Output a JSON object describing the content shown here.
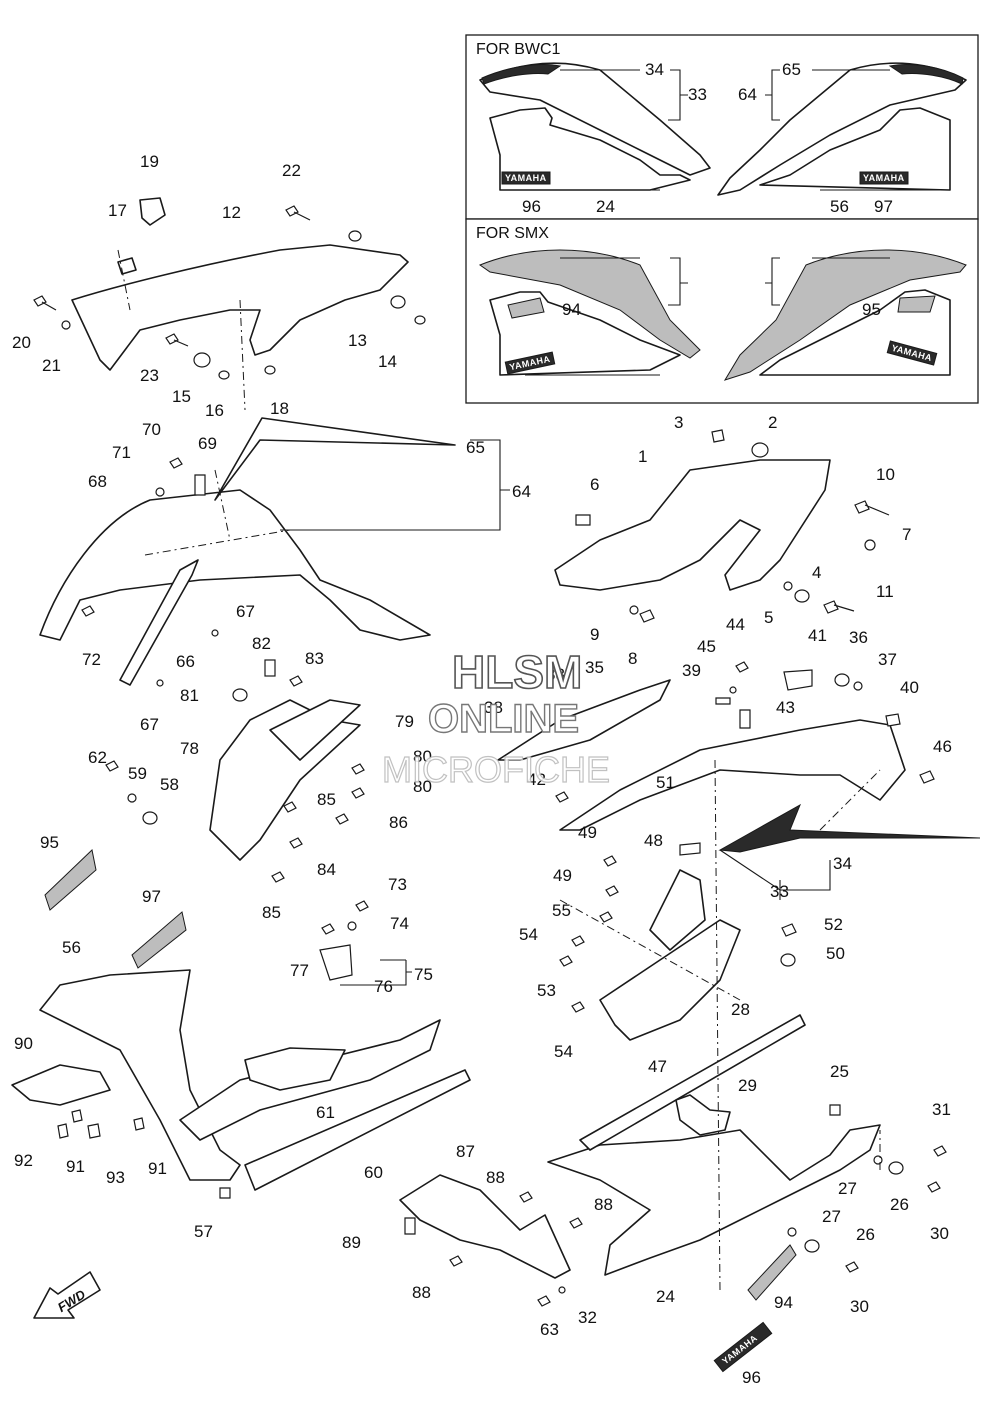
{
  "inset_boxes": [
    {
      "title": "FOR BWC1"
    },
    {
      "title": "FOR SMX"
    }
  ],
  "emblem_text": "YAMAHA",
  "fwd_label": "FWD",
  "watermark": {
    "line1": "HLSM",
    "line2": "ONLINE",
    "line3": "MICROFICHE"
  },
  "callouts": [
    "34",
    "33",
    "65",
    "64",
    "96",
    "24",
    "56",
    "97",
    "94",
    "95",
    "19",
    "17",
    "12",
    "22",
    "20",
    "21",
    "23",
    "15",
    "16",
    "18",
    "13",
    "14",
    "70",
    "71",
    "69",
    "68",
    "65",
    "64",
    "67",
    "72",
    "66",
    "67",
    "3",
    "2",
    "1",
    "6",
    "10",
    "7",
    "4",
    "5",
    "11",
    "9",
    "8",
    "82",
    "83",
    "81",
    "79",
    "78",
    "80",
    "80",
    "86",
    "85",
    "84",
    "85",
    "62",
    "59",
    "58",
    "38",
    "35",
    "38",
    "42",
    "45",
    "44",
    "39",
    "43",
    "41",
    "36",
    "37",
    "40",
    "46",
    "34",
    "33",
    "95",
    "97",
    "56",
    "73",
    "74",
    "77",
    "75",
    "76",
    "51",
    "48",
    "49",
    "49",
    "52",
    "50",
    "55",
    "54",
    "53",
    "54",
    "47",
    "28",
    "29",
    "25",
    "31",
    "27",
    "26",
    "30",
    "27",
    "26",
    "30",
    "90",
    "92",
    "91",
    "93",
    "91",
    "61",
    "60",
    "57",
    "87",
    "88",
    "88",
    "89",
    "88",
    "63",
    "32",
    "24",
    "94",
    "96"
  ]
}
